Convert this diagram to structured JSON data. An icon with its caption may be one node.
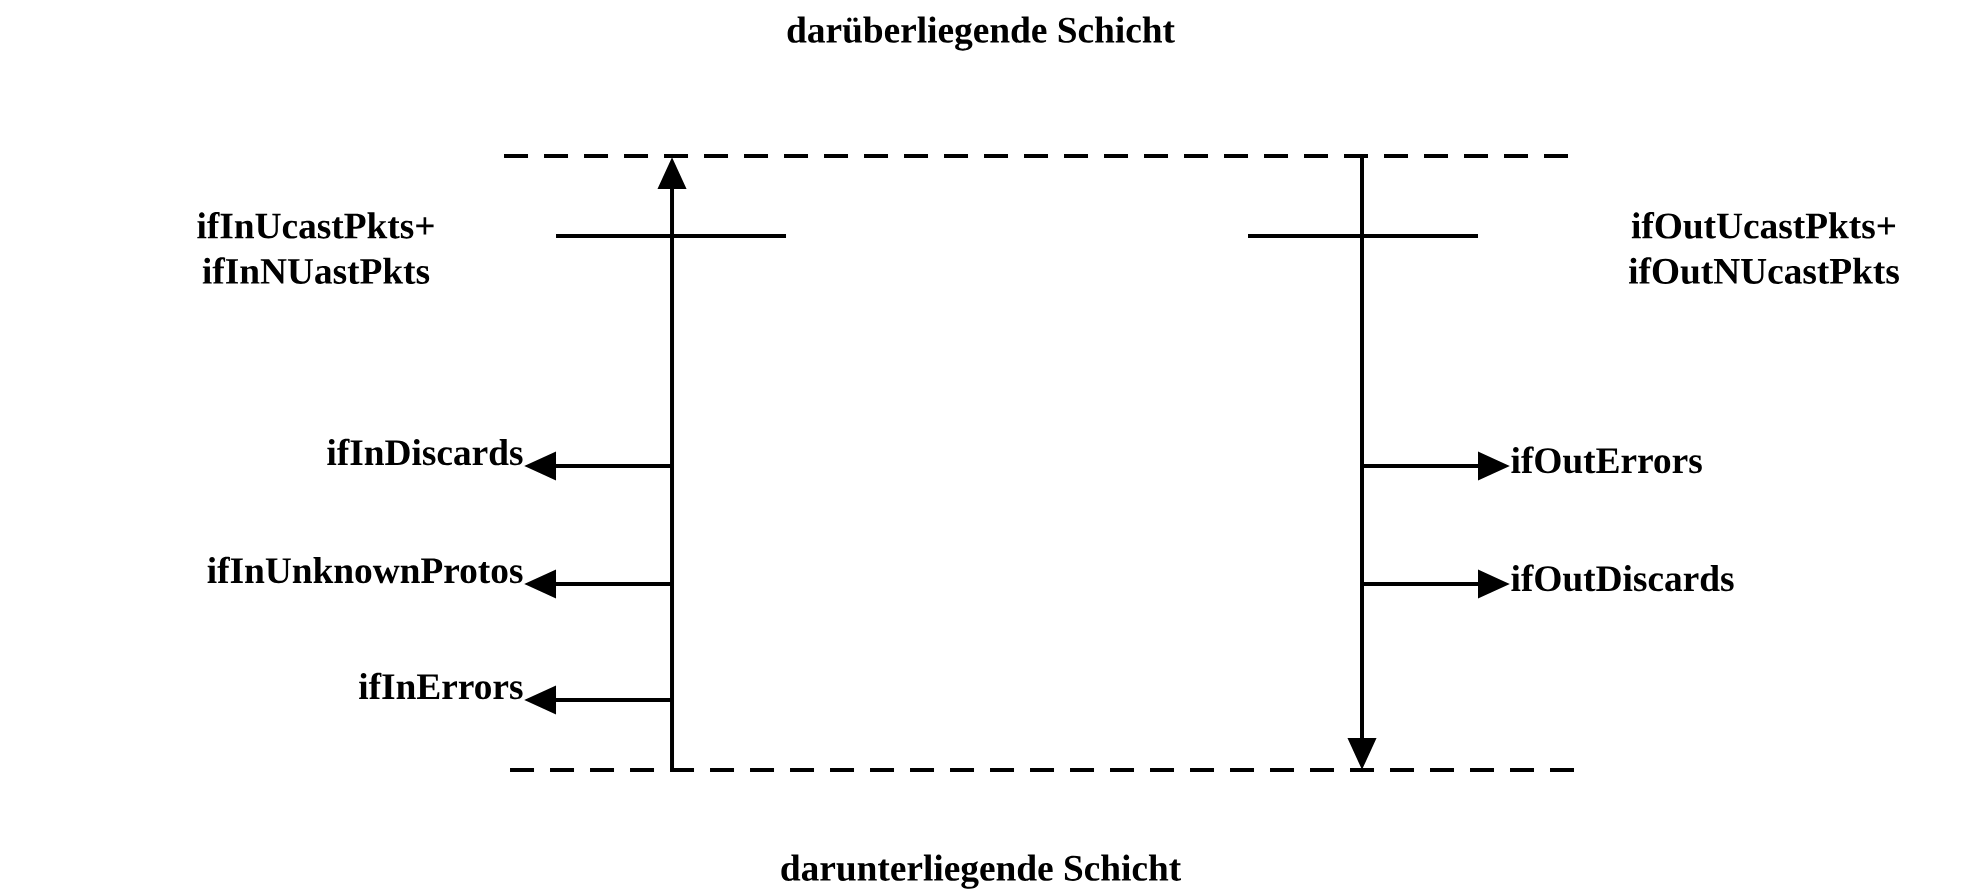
{
  "diagram": {
    "nodes": [
      {
        "text": [
          "darüberliegende Schicht"
        ]
      },
      {
        "text": [
          "darunterliegende Schicht"
        ]
      },
      {
        "text": [
          "ifInDiscards"
        ]
      },
      {
        "text": [
          "ifInUnknownProtos"
        ]
      },
      {
        "text": [
          "ifInErrors"
        ]
      },
      {
        "text": [
          "ifOutErrors"
        ]
      },
      {
        "text": [
          "ifOutDiscards"
        ]
      }
    ],
    "edges": [
      {
        "from": 1,
        "to": 0,
        "arrow": "to"
      },
      {
        "from": 0,
        "to": 1,
        "arrow": "to"
      },
      {
        "from": null,
        "to": 2,
        "arrow": "to"
      },
      {
        "from": null,
        "to": 3,
        "arrow": "to"
      },
      {
        "from": null,
        "to": 4,
        "arrow": "to"
      },
      {
        "from": null,
        "to": 5,
        "arrow": "to"
      },
      {
        "from": null,
        "to": 6,
        "arrow": "to"
      }
    ],
    "labels": [
      "ifInUcastPkts+ ifInNUastPkts",
      "ifOutUcastPkts+ ifOutNUcastPkts"
    ]
  }
}
